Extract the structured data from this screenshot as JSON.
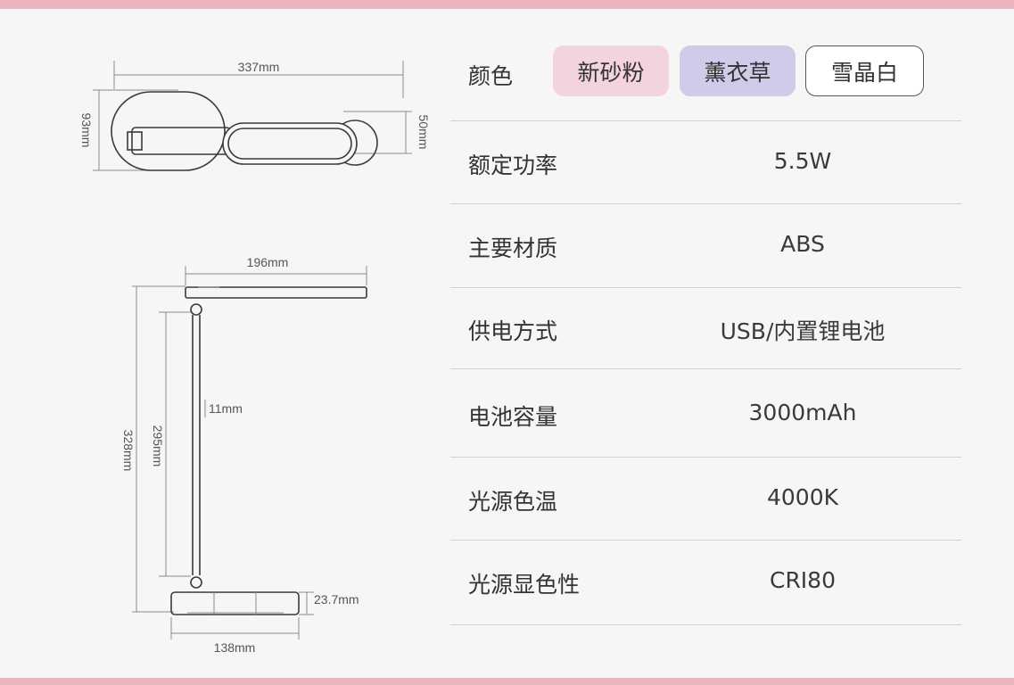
{
  "colors": {
    "accent_bar": "#e9b3c0",
    "swatch_pink": "#f4d4dc",
    "swatch_lavender": "#cfcbe8",
    "swatch_white": "#ffffff"
  },
  "color_row": {
    "label": "颜色",
    "options": [
      {
        "label": "新砂粉",
        "color": "#f4d4dc"
      },
      {
        "label": "薰衣草",
        "color": "#cfcbe8"
      },
      {
        "label": "雪晶白",
        "color": "#ffffff"
      }
    ]
  },
  "specs": [
    {
      "label": "额定功率",
      "value": "5.5W"
    },
    {
      "label": "主要材质",
      "value": "ABS"
    },
    {
      "label": "供电方式",
      "value": "USB/内置锂电池"
    },
    {
      "label": "电池容量",
      "value": "3000mAh"
    },
    {
      "label": "光源色温",
      "value": "4000K"
    },
    {
      "label": "光源显色性",
      "value": "CRI80"
    }
  ],
  "dimensions": {
    "top_width": "337mm",
    "top_height": "93mm",
    "head_height": "50mm",
    "head_length": "196mm",
    "total_height": "328mm",
    "pole_height": "295mm",
    "pole_width": "11mm",
    "base_height": "23.7mm",
    "base_width": "138mm"
  }
}
